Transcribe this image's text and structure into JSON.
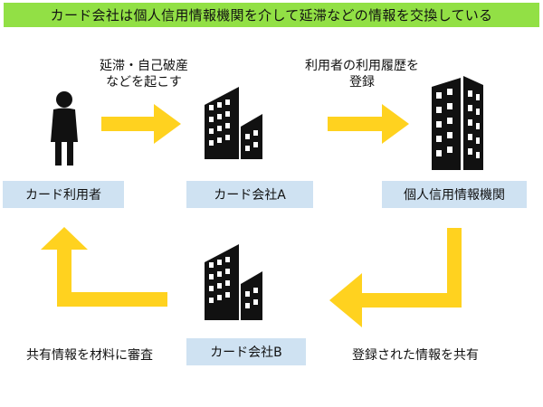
{
  "title": "カード会社は個人信用情報機関を介して延滞などの情報を交換している",
  "nodes": {
    "card_user": "カード利用者",
    "company_a": "カード会社A",
    "credit_bureau": "個人信用情報機関",
    "company_b": "カード会社B"
  },
  "edges": {
    "user_to_a": {
      "line1": "延滞・自己破産",
      "line2": "などを起こす"
    },
    "a_to_bureau": {
      "line1": "利用者の利用履歴を",
      "line2": "登録"
    },
    "bureau_to_b": "登録された情報を共有",
    "b_to_user": "共有情報を材料に審査"
  },
  "icons": [
    "person-icon",
    "building-icon",
    "office-tower-icon"
  ],
  "colors": {
    "title_bg": "#92e045",
    "box_bg": "#cfe2f2",
    "arrow": "#ffd21f",
    "icon": "#111111"
  }
}
